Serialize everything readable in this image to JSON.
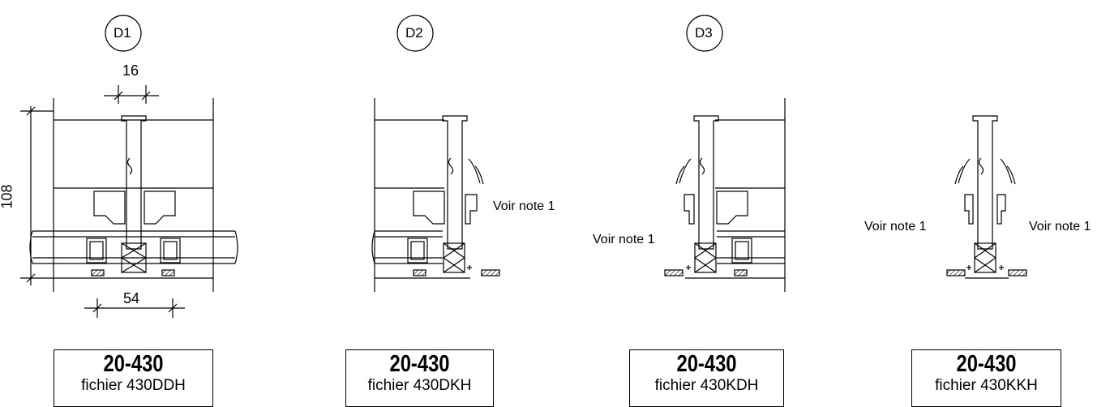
{
  "details": [
    {
      "tag": "D1",
      "code": "20-430",
      "file": "fichier 430DDH"
    },
    {
      "tag": "D2",
      "code": "20-430",
      "file": "fichier 430DKH"
    },
    {
      "tag": "D3",
      "code": "20-430",
      "file": "fichier 430KDH"
    },
    {
      "tag": "",
      "code": "20-430",
      "file": "fichier 430KKH"
    }
  ],
  "dimensions": {
    "top_width": "16",
    "height": "108",
    "bottom_width": "54"
  },
  "notes": {
    "d2": "Voir note 1",
    "d3": "Voir note 1",
    "d4_left": "Voir note 1",
    "d4_right": "Voir note 1"
  }
}
